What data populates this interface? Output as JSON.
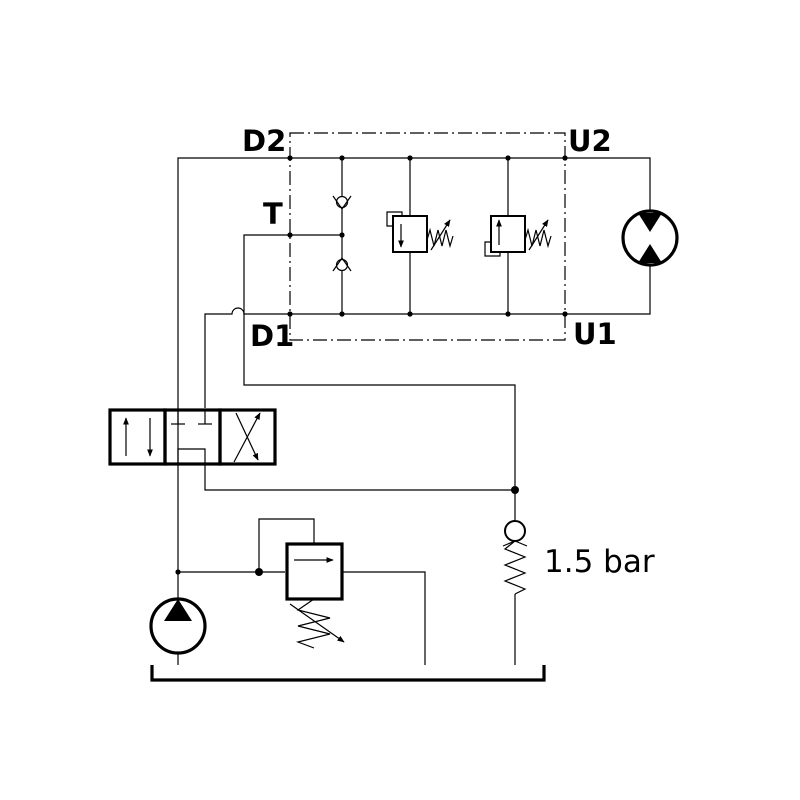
{
  "labels": {
    "d2": "D2",
    "u2": "U2",
    "t": "T",
    "d1": "D1",
    "u1": "U1",
    "check_valve_pressure": "1.5 bar"
  },
  "colors": {
    "line": "#000000",
    "background": "#ffffff"
  }
}
